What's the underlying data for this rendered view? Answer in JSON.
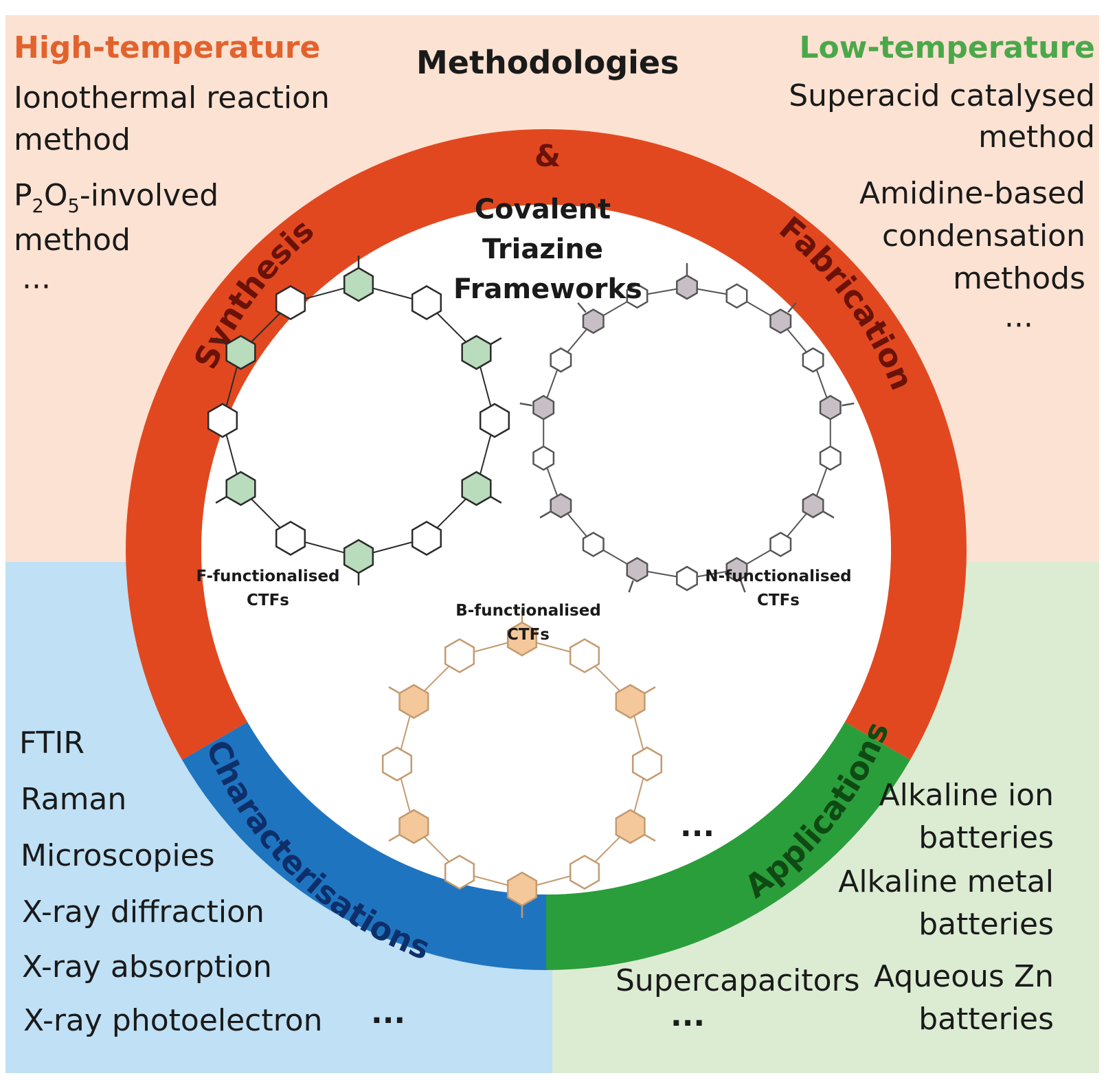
{
  "colors": {
    "synthesis_ring": "#e2481f",
    "characterisation_ring": "#1f74c0",
    "application_ring": "#2a9e3a",
    "quadrant_top": "#fbe2d2",
    "quadrant_bottom_left": "#bfe0f5",
    "quadrant_bottom_right": "#dcecd3",
    "f_ctf_fill": "#b9dcbc",
    "n_ctf_fill": "#c8bfc6",
    "b_ctf_fill": "#f4c89a"
  },
  "top_left": {
    "heading": "High-temperature",
    "items": [
      "Ionothermal reaction",
      "method",
      "P",
      "2",
      "O",
      "5",
      "-involved",
      "method",
      "···"
    ]
  },
  "top_center": {
    "heading": "Methodologies"
  },
  "top_right": {
    "heading": "Low-temperature",
    "items": [
      "Superacid catalysed",
      "method",
      "Amidine-based",
      "condensation",
      "methods",
      "···"
    ]
  },
  "ring": {
    "amp": "&",
    "synthesis": "Synthesis",
    "fabrication": "Fabrication",
    "characterisations": "Characterisations",
    "applications": "Applications"
  },
  "center": {
    "title_lines": [
      "Covalent",
      "Triazine",
      "Frameworks"
    ],
    "f_label": [
      "F-functionalised",
      "CTFs"
    ],
    "n_label": [
      "N-functionalised",
      "CTFs"
    ],
    "b_label": [
      "B-functionalised",
      "CTFs"
    ],
    "more": "···"
  },
  "bottom_left": {
    "items": [
      "FTIR",
      "Raman",
      "Microscopies",
      "X-ray diffraction",
      "X-ray absorption",
      "X-ray photoelectron",
      "···"
    ]
  },
  "bottom_right": {
    "items": [
      "Alkaline ion",
      "batteries",
      "Alkaline metal",
      "batteries",
      "Aqueous Zn",
      "batteries",
      "Supercapacitors",
      "···"
    ]
  }
}
